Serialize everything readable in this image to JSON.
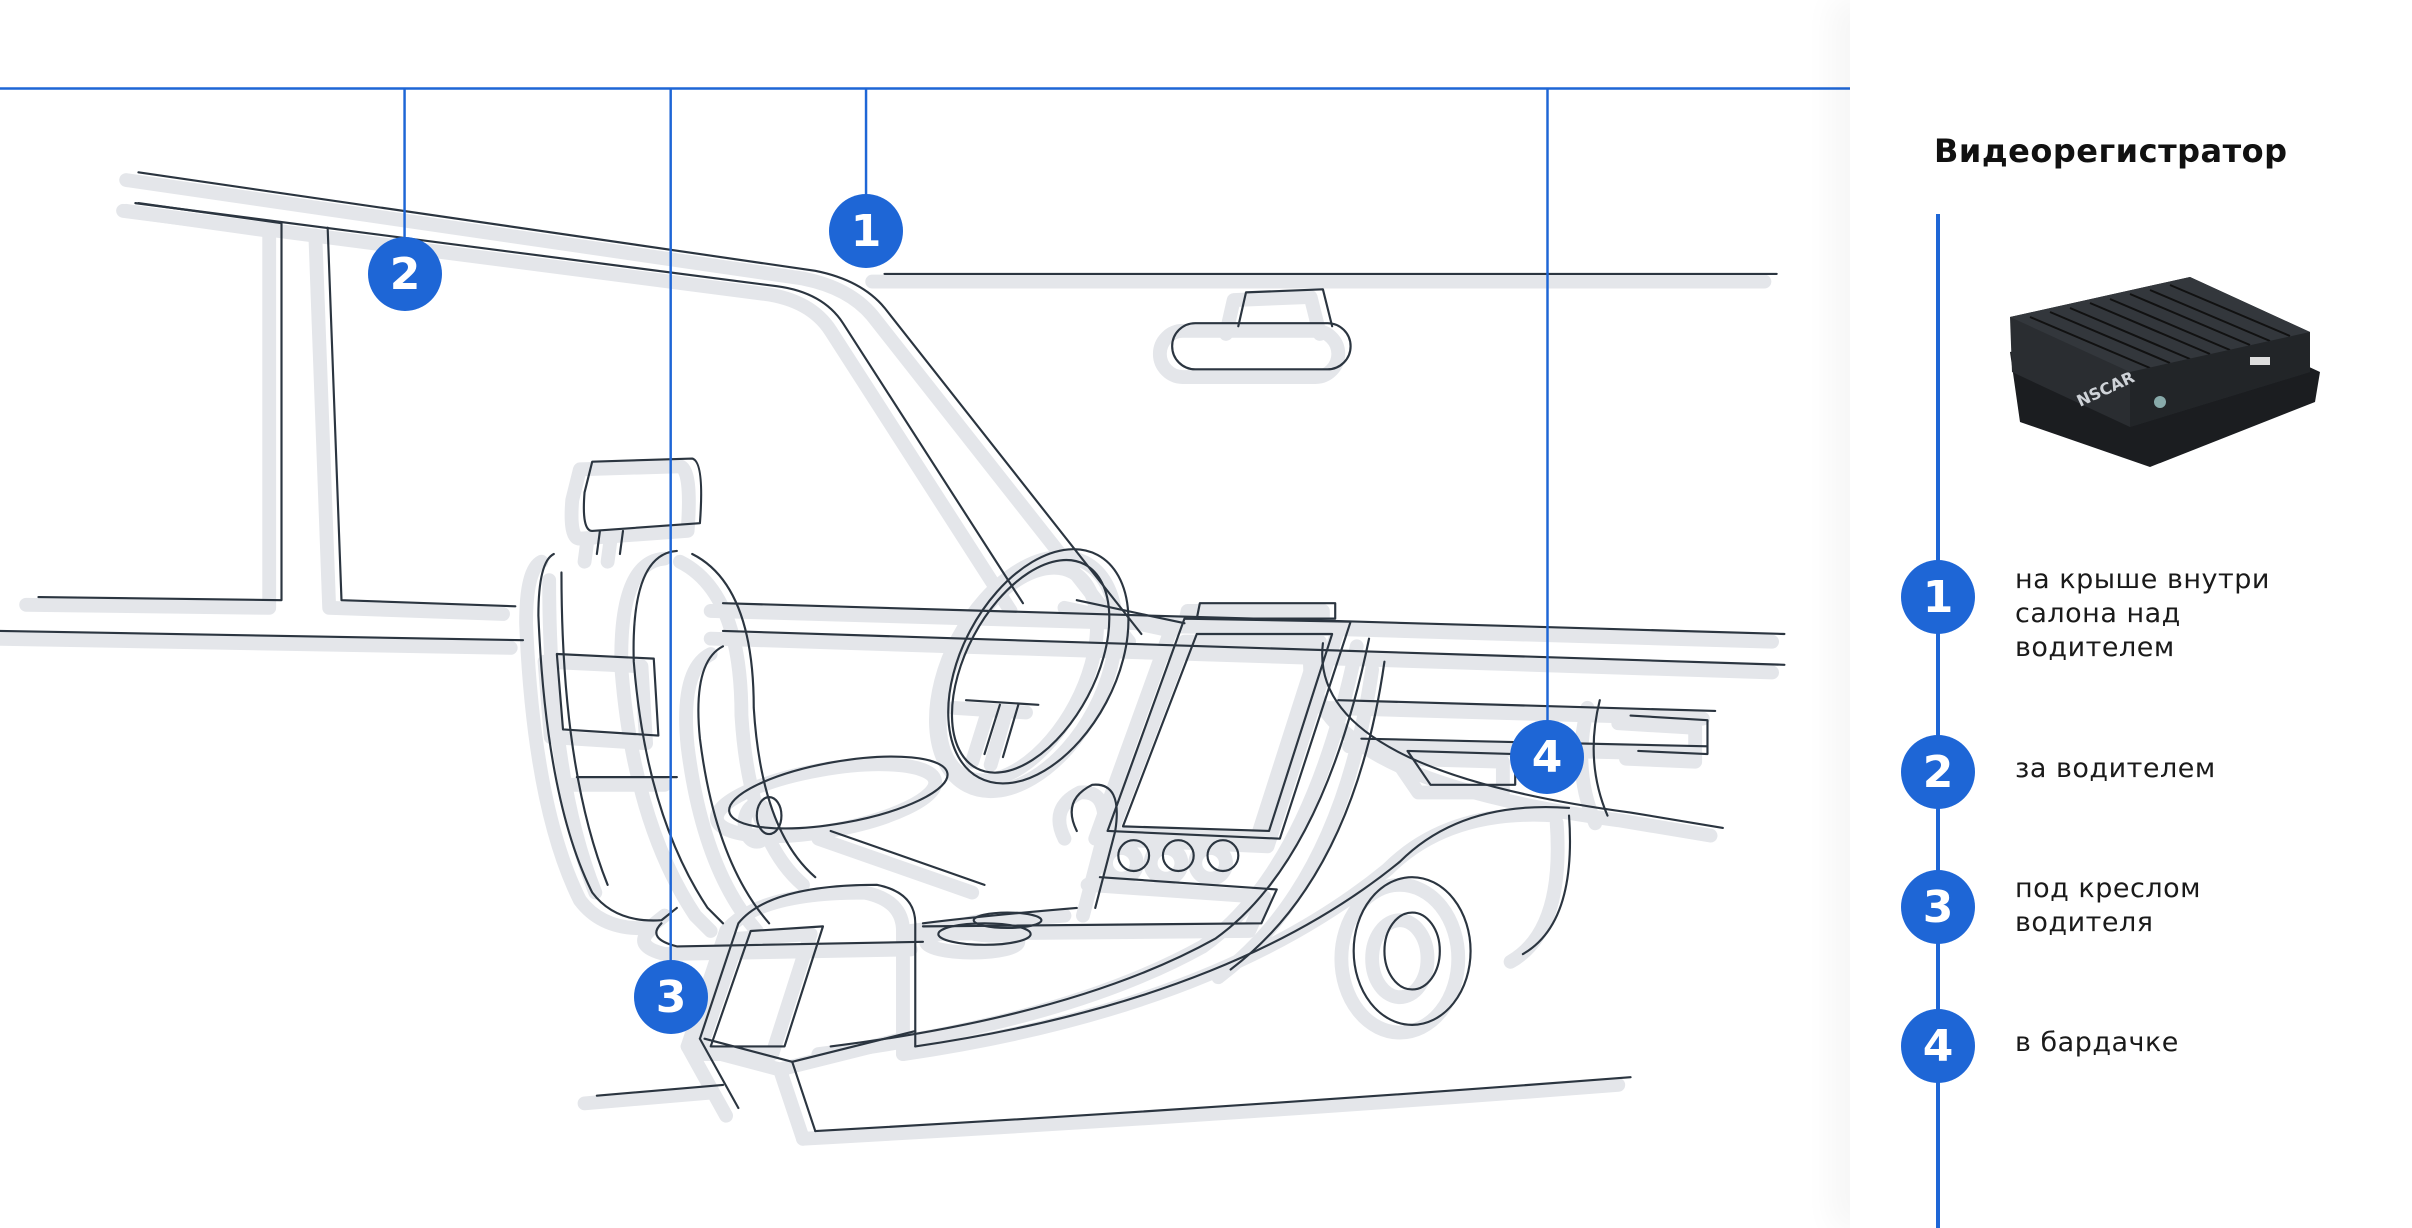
{
  "panel": {
    "title": "Видеорегистратор",
    "device_image_label": "NSCAR",
    "locations": [
      {
        "number": "1",
        "text": "на крыше внутри салона над водителем"
      },
      {
        "number": "2",
        "text": "за водителем"
      },
      {
        "number": "3",
        "text": "под креслом водителя"
      },
      {
        "number": "4",
        "text": "в бардачке"
      }
    ]
  },
  "pins": [
    "1",
    "2",
    "3",
    "4"
  ],
  "colors": {
    "accent": "#1e66d6",
    "line": "#2b3540",
    "shadow": "#e4e6ea"
  }
}
